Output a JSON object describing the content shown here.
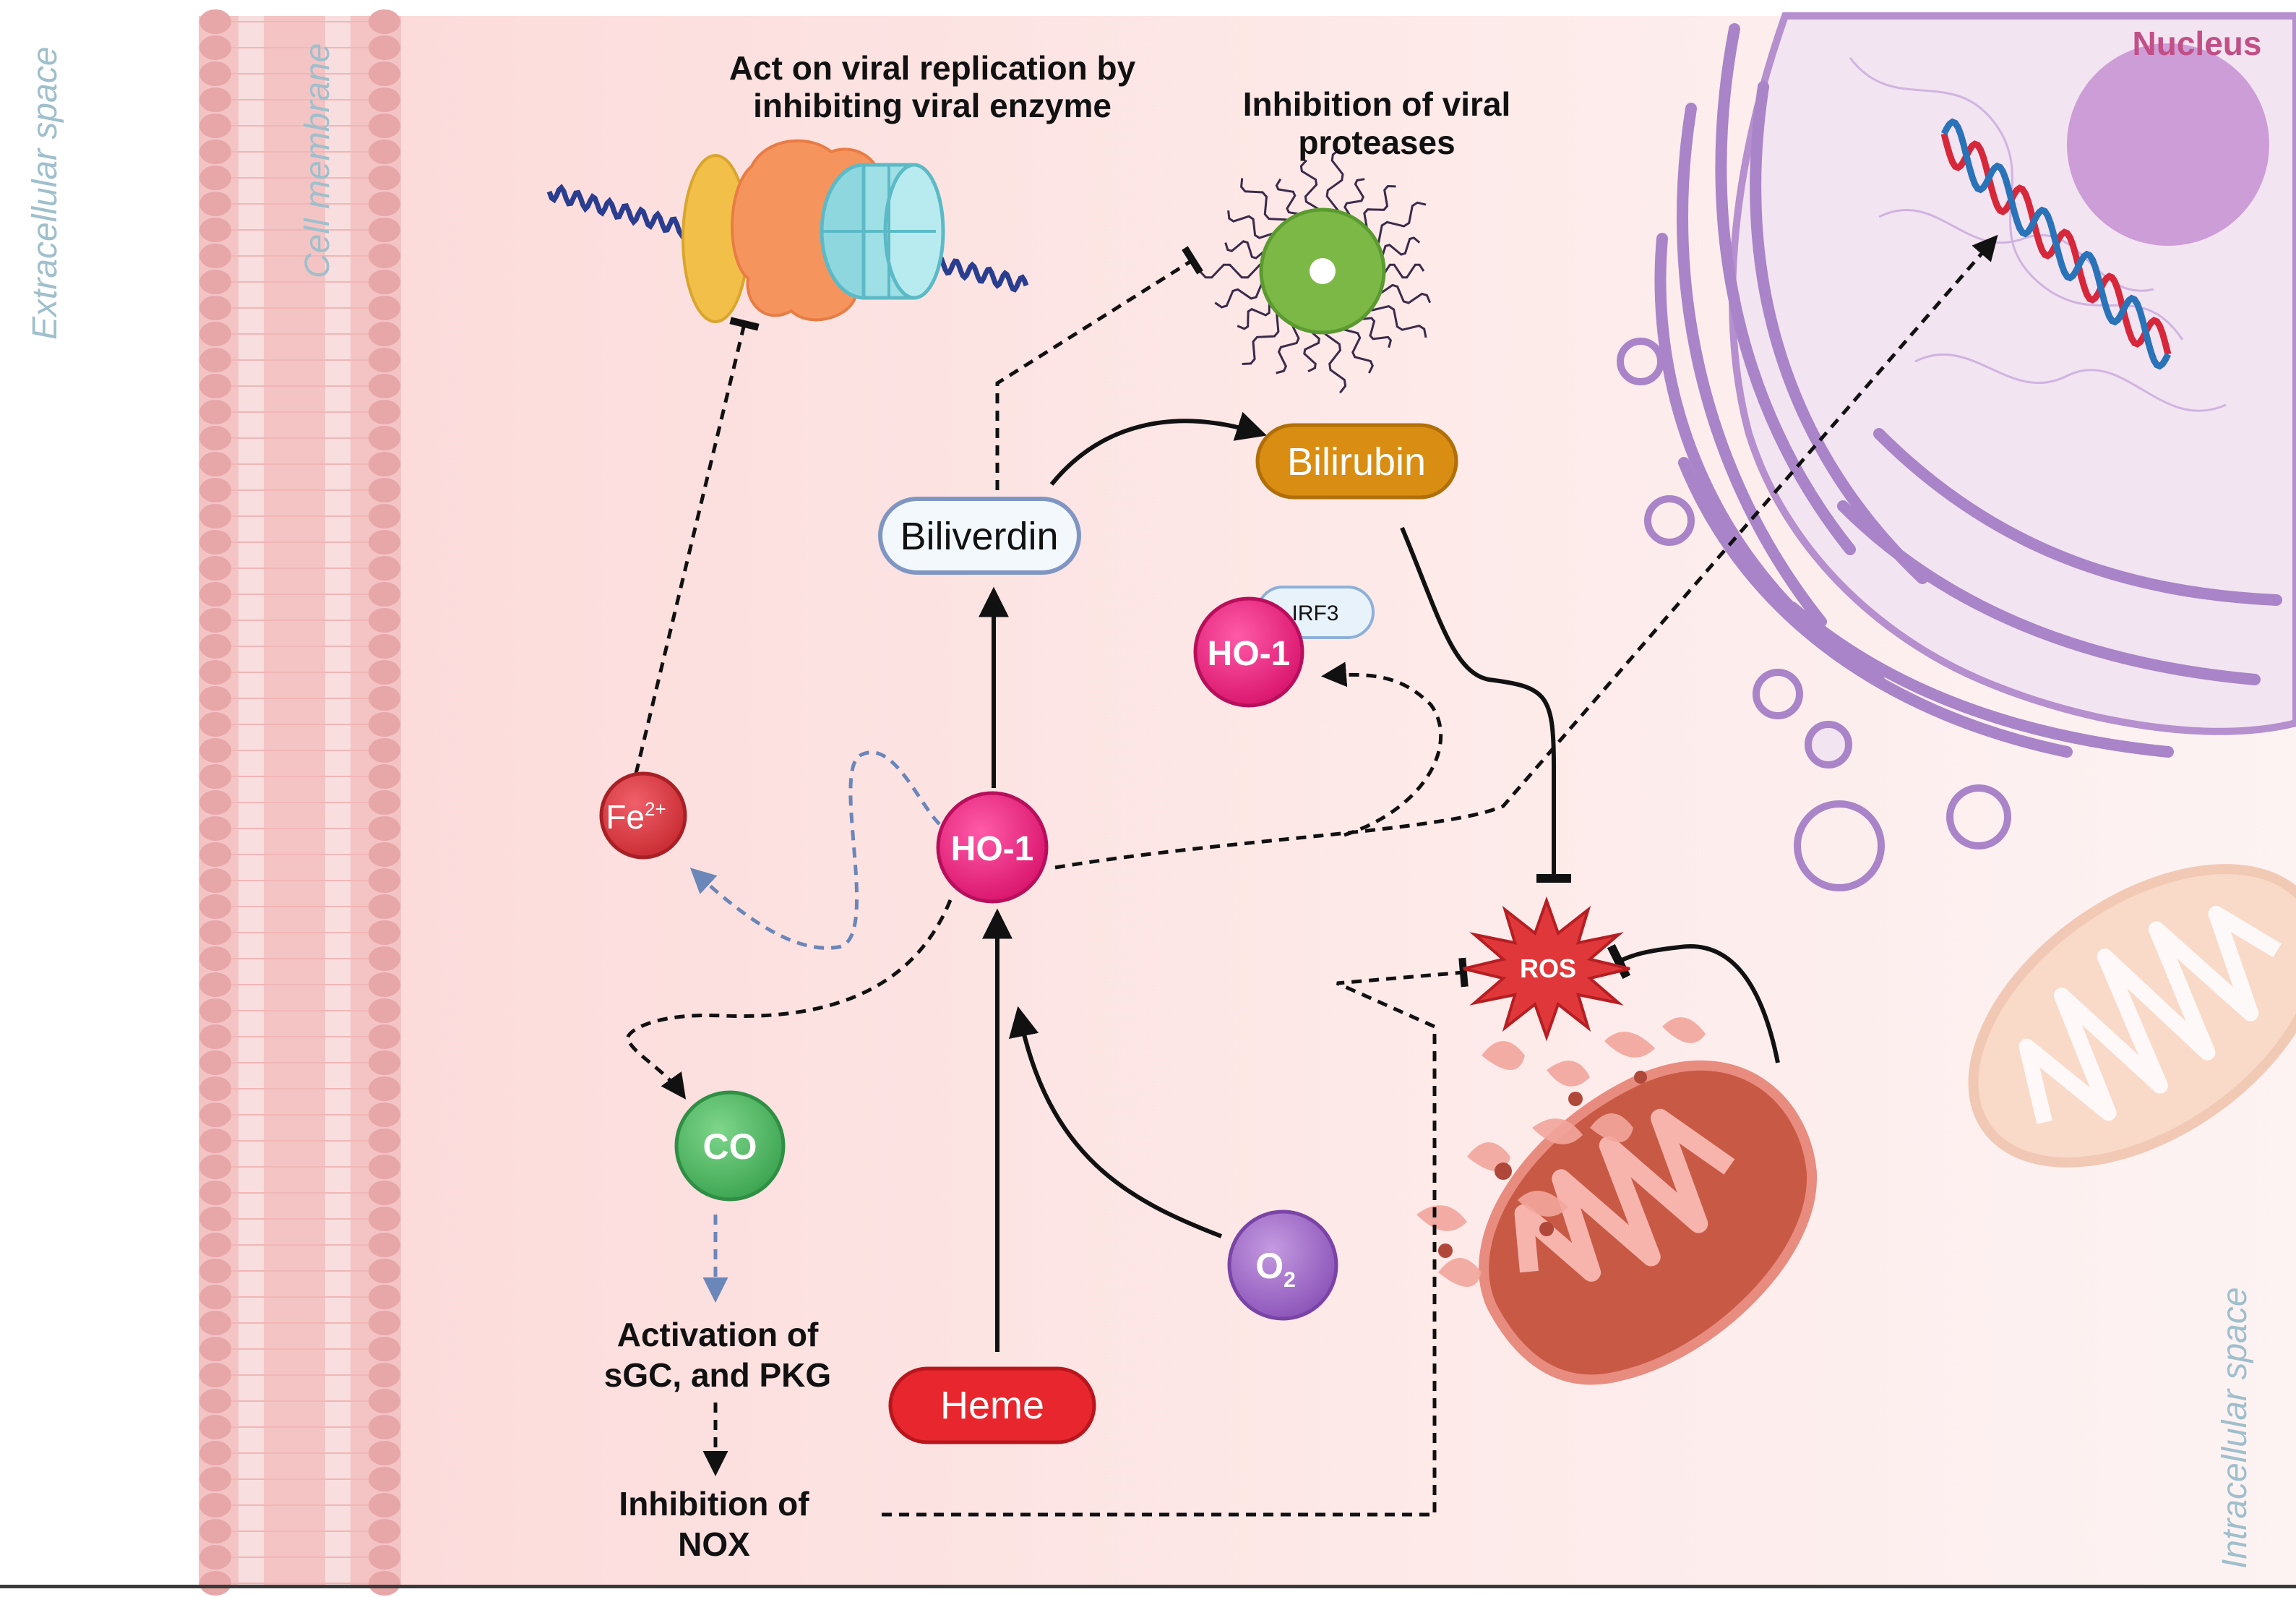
{
  "labels": {
    "extracellular": "Extracellular space",
    "cell_membrane": "Cell membrane",
    "intracellular": "Intracellular space",
    "nucleus": "Nucleus",
    "viral_replication_1": "Act on viral replication by",
    "viral_replication_2": "inhibiting viral enzyme",
    "protease_1": "Inhibition of viral",
    "protease_2": "proteases",
    "activation_1": "Activation of",
    "activation_2": "sGC, and PKG",
    "nox_1": "Inhibition of",
    "nox_2": "NOX"
  },
  "nodes": {
    "biliverdin": "Biliverdin",
    "bilirubin": "Bilirubin",
    "ho1_center": "HO-1",
    "ho1_irf3": "HO-1",
    "irf3": "IRF3",
    "fe": "Fe",
    "fe_sup": "2+",
    "co": "CO",
    "o2": "O",
    "o2_sub": "2",
    "heme": "Heme",
    "ros": "ROS"
  },
  "colors": {
    "ho1": "#e8207e",
    "heme": "#e8262e",
    "bilirubin": "#d98d13",
    "co": "#4db862",
    "o2": "#9a62c4",
    "fe": "#d9353a",
    "ros": "#e0383a",
    "organelle": "#a984c8"
  }
}
